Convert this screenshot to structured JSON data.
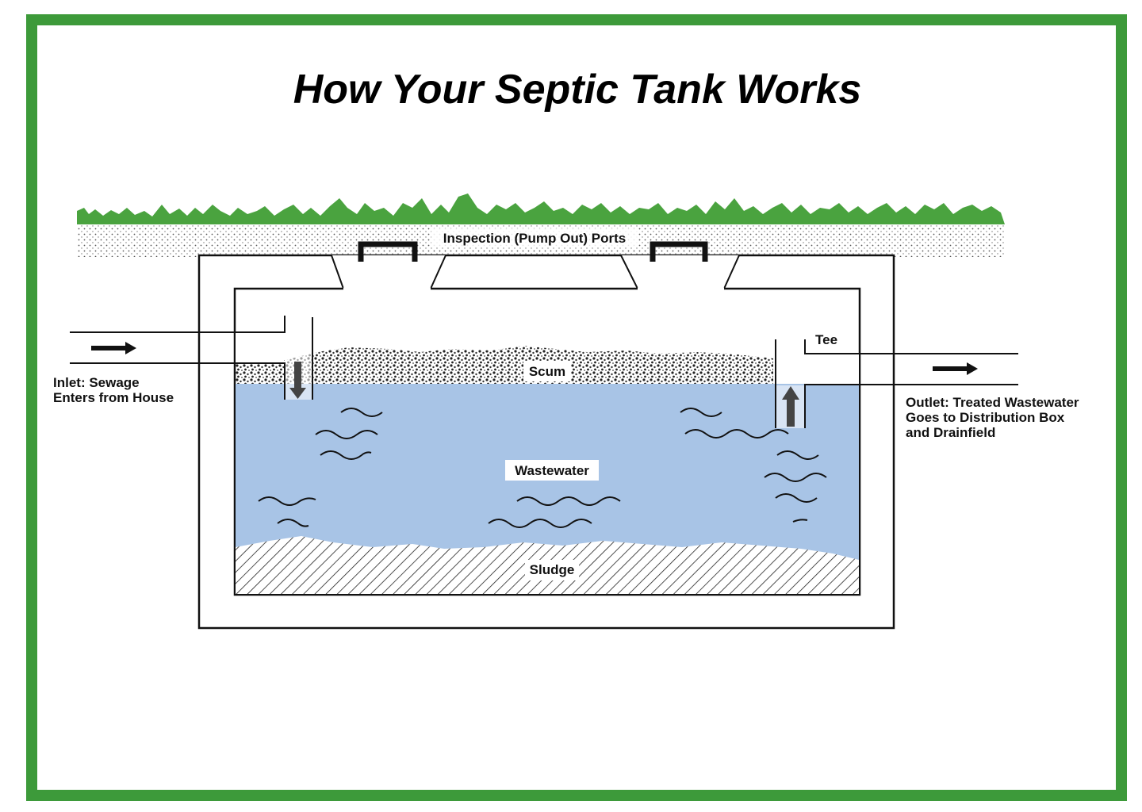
{
  "title": "How Your Septic Tank Works",
  "labels": {
    "ports": "Inspection (Pump Out) Ports",
    "tee": "Tee",
    "scum": "Scum",
    "wastewater": "Wastewater",
    "sludge": "Sludge",
    "inlet_line1": "Inlet: Sewage",
    "inlet_line2": "Enters from House",
    "outlet_line1": "Outlet: Treated Wastewater",
    "outlet_line2": "Goes to Distribution Box",
    "outlet_line3": "and Drainfield"
  },
  "colors": {
    "frame": "#3d9a3a",
    "grass": "#4aa33f",
    "water": "#a8c4e6",
    "ink": "#111111"
  }
}
